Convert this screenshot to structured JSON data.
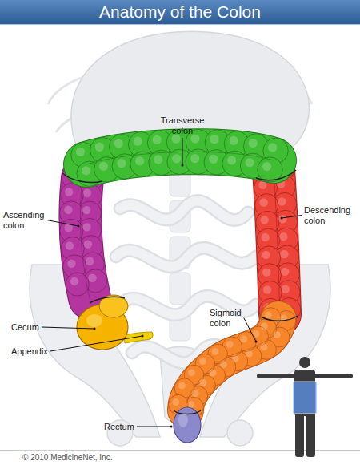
{
  "diagram": {
    "title": "Anatomy of the Colon",
    "labels": [
      "Transverse colon",
      "Ascending colon",
      "Descending colon",
      "Cecum",
      "Appendix",
      "Sigmoid colon",
      "Rectum",
      "© 2010 MedicineNet, Inc."
    ]
  }
}
